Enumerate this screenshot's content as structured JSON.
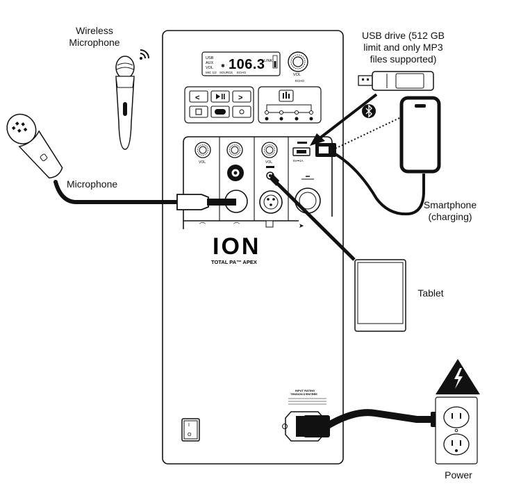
{
  "labels": {
    "wireless_mic": [
      "Wireless",
      "Microphone"
    ],
    "usb_drive": [
      "USB drive (512 GB",
      "limit and only MP3",
      "files supported)"
    ],
    "microphone": "Microphone",
    "smartphone": [
      "Smartphone",
      "(charging)"
    ],
    "tablet": "Tablet",
    "power": "Power"
  },
  "panel": {
    "display": {
      "left_lines": [
        "USB",
        "AUX",
        "VOL"
      ],
      "frequency": "106.3",
      "link": "LINK",
      "bottom": [
        "MIC 1/2",
        "SOURCE",
        "ECHO"
      ]
    },
    "vol_knob_label": "VOL",
    "echo_label": "ECHO",
    "brand": "ION",
    "model": "TOTAL PA™ APEX",
    "input_rating": [
      "INPUT RATING",
      "TENSION D'ENTRÉE"
    ]
  },
  "icons": {
    "signal": "wireless-signal-icon",
    "bluetooth": "bluetooth-icon",
    "warning": "high-voltage-warning-icon"
  }
}
